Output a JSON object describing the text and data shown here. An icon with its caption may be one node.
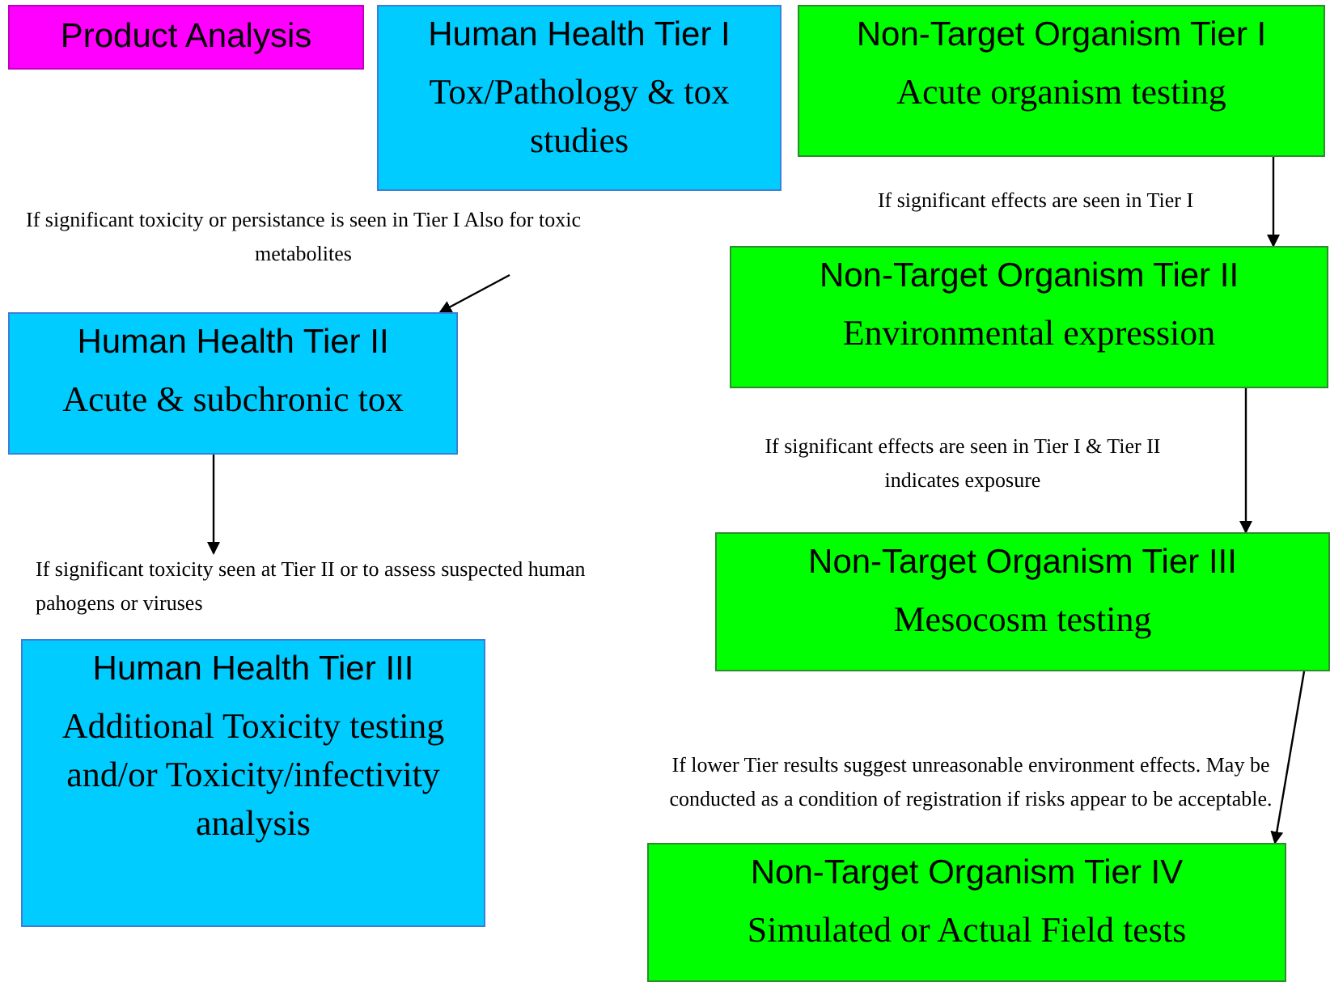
{
  "diagram": {
    "nodes": [
      {
        "text": [
          "Product Analysis"
        ]
      },
      {
        "text": [
          "Human Health Tier I",
          "Tox/Pathology & tox studies"
        ]
      },
      {
        "text": [
          "Non-Target Organism Tier I",
          "Acute organism testing"
        ]
      },
      {
        "text": [
          "If significant toxicity or persistance is seen in Tier I Also for toxic metabolites"
        ]
      },
      {
        "text": [
          "Human Health Tier II",
          "Acute & subchronic tox"
        ]
      },
      {
        "text": [
          "Non-Target Organism Tier II",
          "Environmental expression"
        ]
      },
      {
        "text": [
          "If significant toxicity seen at Tier II or to assess suspected human pahogens or viruses"
        ]
      },
      {
        "text": [
          "Human Health Tier III",
          "Additional Toxicity testing and/or Toxicity/infectivity analysis"
        ]
      },
      {
        "text": [
          "Non-Target Organism Tier III",
          "Mesocosm testing"
        ]
      },
      {
        "text": [
          "Non-Target Organism Tier IV",
          "Simulated or Actual Field tests"
        ]
      }
    ],
    "edges": [
      {
        "from": 3,
        "to": 4,
        "arrow": "to"
      },
      {
        "from": 4,
        "to": 6,
        "arrow": "to"
      },
      {
        "from": 2,
        "to": 5,
        "arrow": "to"
      },
      {
        "from": 5,
        "to": 8,
        "arrow": "to"
      },
      {
        "from": 8,
        "to": 9,
        "arrow": "to"
      }
    ],
    "labels": [
      "If significant effects are seen in Tier I",
      "If significant effects are seen in Tier I & Tier II indicates exposure",
      "If lower Tier results suggest unreasonable environment effects. May be conducted as a condition of registration if risks appear to be acceptable."
    ]
  }
}
